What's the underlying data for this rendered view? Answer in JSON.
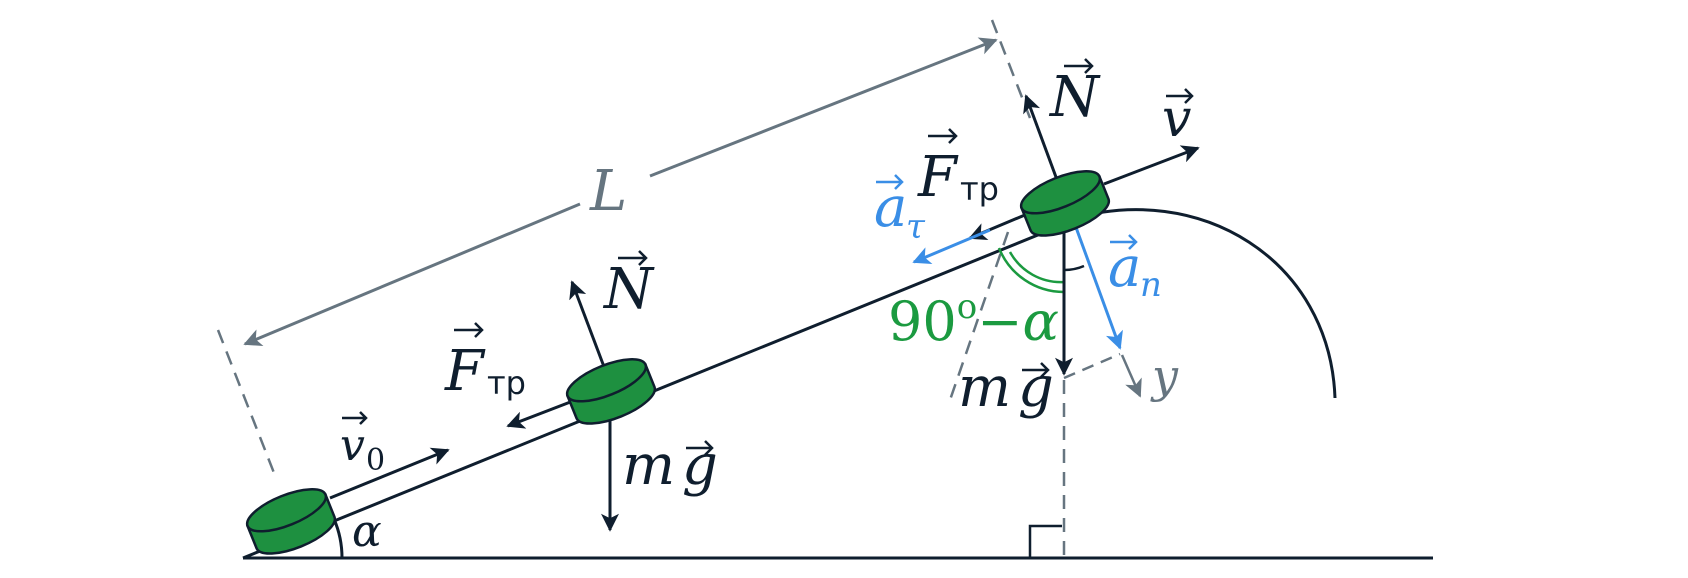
{
  "colors": {
    "ink": "#0f1e2e",
    "gray": "#667580",
    "blue": "#3a8ee6",
    "green": "#1b9a40",
    "puck_fill": "#1e9040",
    "puck_stroke": "#0f1e2e"
  },
  "labels": {
    "length": "L",
    "angle_base": "α",
    "angle_complement_value": "90",
    "angle_complement_degree": "о",
    "angle_complement_rest": "−α",
    "v0_symbol": "v",
    "v0_subscript": "0",
    "normal_1": "N",
    "friction_1_symbol": "F",
    "friction_1_subscript": "тр",
    "gravity_1_mass": "m",
    "gravity_1_g": "g",
    "normal_2": "N",
    "velocity": "v",
    "friction_2_symbol": "F",
    "friction_2_subscript": "тр",
    "tangential_accel_symbol": "a",
    "tangential_accel_subscript": "τ",
    "normal_accel_symbol": "a",
    "normal_accel_subscript": "n",
    "gravity_2_mass": "m",
    "gravity_2_g": "g",
    "y_axis": "y"
  }
}
